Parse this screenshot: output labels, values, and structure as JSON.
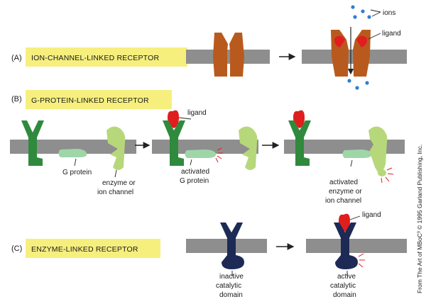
{
  "sections": {
    "a": {
      "marker": "(A)",
      "title": "ION-CHANNEL-LINKED  RECEPTOR"
    },
    "b": {
      "marker": "(B)",
      "title": "G-PROTEIN-LINKED  RECEPTOR"
    },
    "c": {
      "marker": "(C)",
      "title": "ENZYME-LINKED  RECEPTOR"
    }
  },
  "labels": {
    "ions": "ions",
    "ligand_a": "ligand",
    "ligand_b": "ligand",
    "g_protein": "G protein",
    "enzyme_line1": "enzyme or",
    "enzyme_line2": "ion channel",
    "activated_g_line1": "activated",
    "activated_g_line2": "G protein",
    "activated_enz_line1": "activated",
    "activated_enz_line2": "enzyme or",
    "activated_enz_line3": "ion channel",
    "ligand_c": "ligand",
    "inactive_line1": "inactive",
    "inactive_line2": "catalytic",
    "inactive_line3": "domain",
    "active_line1": "active",
    "active_line2": "catalytic",
    "active_line3": "domain"
  },
  "credit": "From The Art of MBoC³ © 1995 Garland Publishing, Inc.",
  "colors": {
    "membrane": "#8e8e8e",
    "title_box": "#f6ef7e",
    "ion_channel": "#b85a1e",
    "ligand": "#e01e1e",
    "ion": "#2f7fd0",
    "receptor_green": "#2f8a3d",
    "g_protein": "#9fd6a8",
    "enzyme": "#b7d87a",
    "enzyme_receptor": "#1d2a55"
  }
}
